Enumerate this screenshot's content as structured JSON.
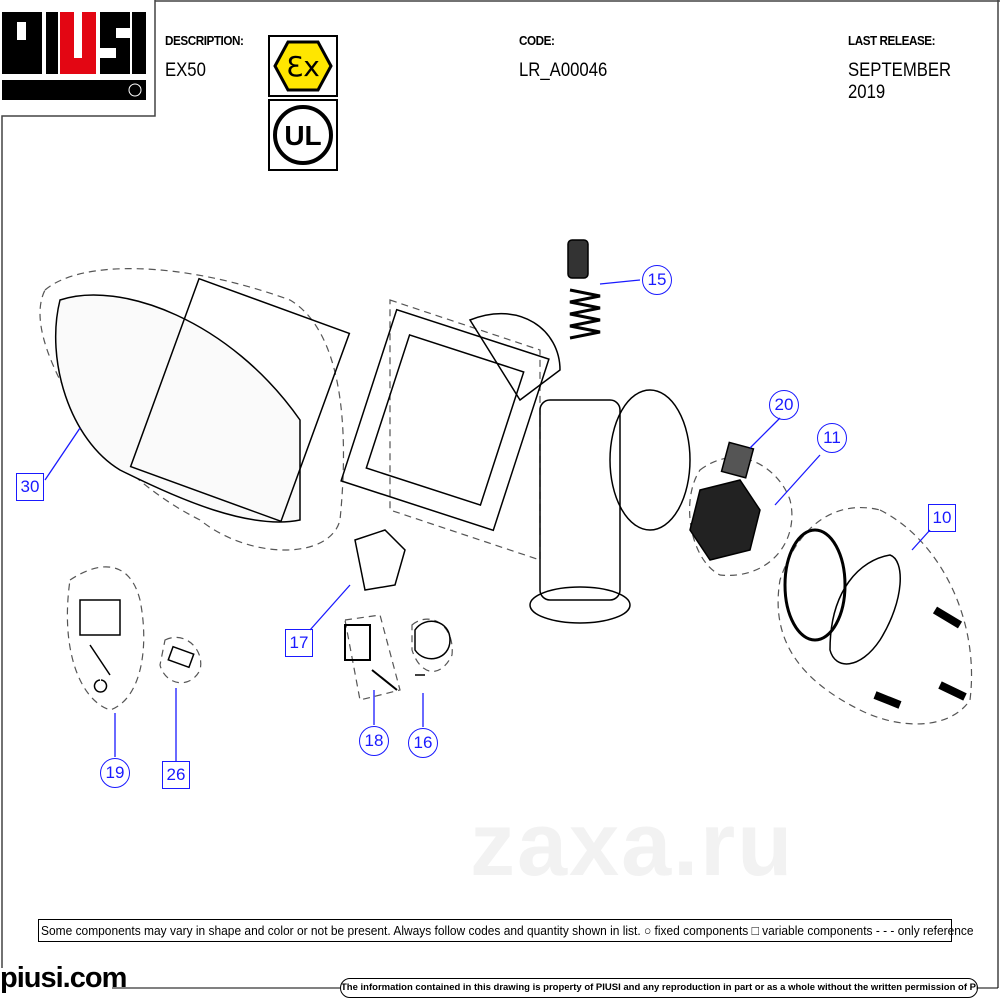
{
  "header": {
    "brand": "PIUSI",
    "description_label": "DESCRIPTION:",
    "description_value": "EX50",
    "code_label": "CODE:",
    "code_value": "LR_A00046",
    "release_label": "LAST RELEASE:",
    "release_value": "SEPTEMBER 2019",
    "certifications": [
      "Ex",
      "UL"
    ]
  },
  "callouts": [
    {
      "id": "15",
      "shape": "circle"
    },
    {
      "id": "20",
      "shape": "circle"
    },
    {
      "id": "11",
      "shape": "circle"
    },
    {
      "id": "10",
      "shape": "box"
    },
    {
      "id": "30",
      "shape": "box"
    },
    {
      "id": "17",
      "shape": "box"
    },
    {
      "id": "18",
      "shape": "circle"
    },
    {
      "id": "16",
      "shape": "circle"
    },
    {
      "id": "19",
      "shape": "circle"
    },
    {
      "id": "26",
      "shape": "box"
    }
  ],
  "footer": {
    "note": "Some components may vary in shape and color or not be present. Always follow codes and quantity shown in list.  ○  fixed components  □  variable components  - - - only reference",
    "site": "piusi.com",
    "legal": "The information contained in this drawing is property of PIUSI and any reproduction in part or as a whole without the written permission of PIUSI S.p.a. is prohibited."
  },
  "watermark": "zaxa.ru",
  "colors": {
    "callout": "#1a1aff",
    "brand_red": "#e30613",
    "ex_yellow": "#ffe600"
  }
}
